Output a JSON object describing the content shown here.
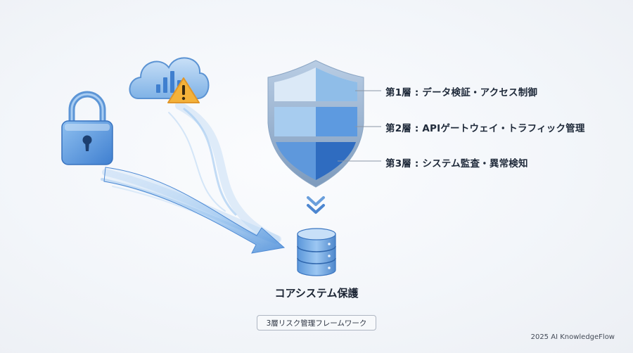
{
  "layers": [
    {
      "label": "第1層 : データ検証・アクセス制御"
    },
    {
      "label": "第2層 : APIゲートウェイ・トラフィック管理"
    },
    {
      "label": "第3層 : システム監査・異常検知"
    }
  ],
  "core": {
    "title": "コアシステム保護"
  },
  "framework": {
    "label": "3層リスク管理フレームワーク"
  },
  "footer": {
    "copyright": "2025 AI KnowledgeFlow"
  },
  "icons": [
    "lock-icon",
    "cloud-chart-icon",
    "warning-icon",
    "shield-icon",
    "chevron-down-icon",
    "database-icon"
  ],
  "colors": {
    "shield_light": "#dbe9f7",
    "shield_mid": "#8fbde8",
    "shield_dark": "#3f7fcf",
    "warning": "#f4b23a",
    "text": "#1f2a3a"
  }
}
